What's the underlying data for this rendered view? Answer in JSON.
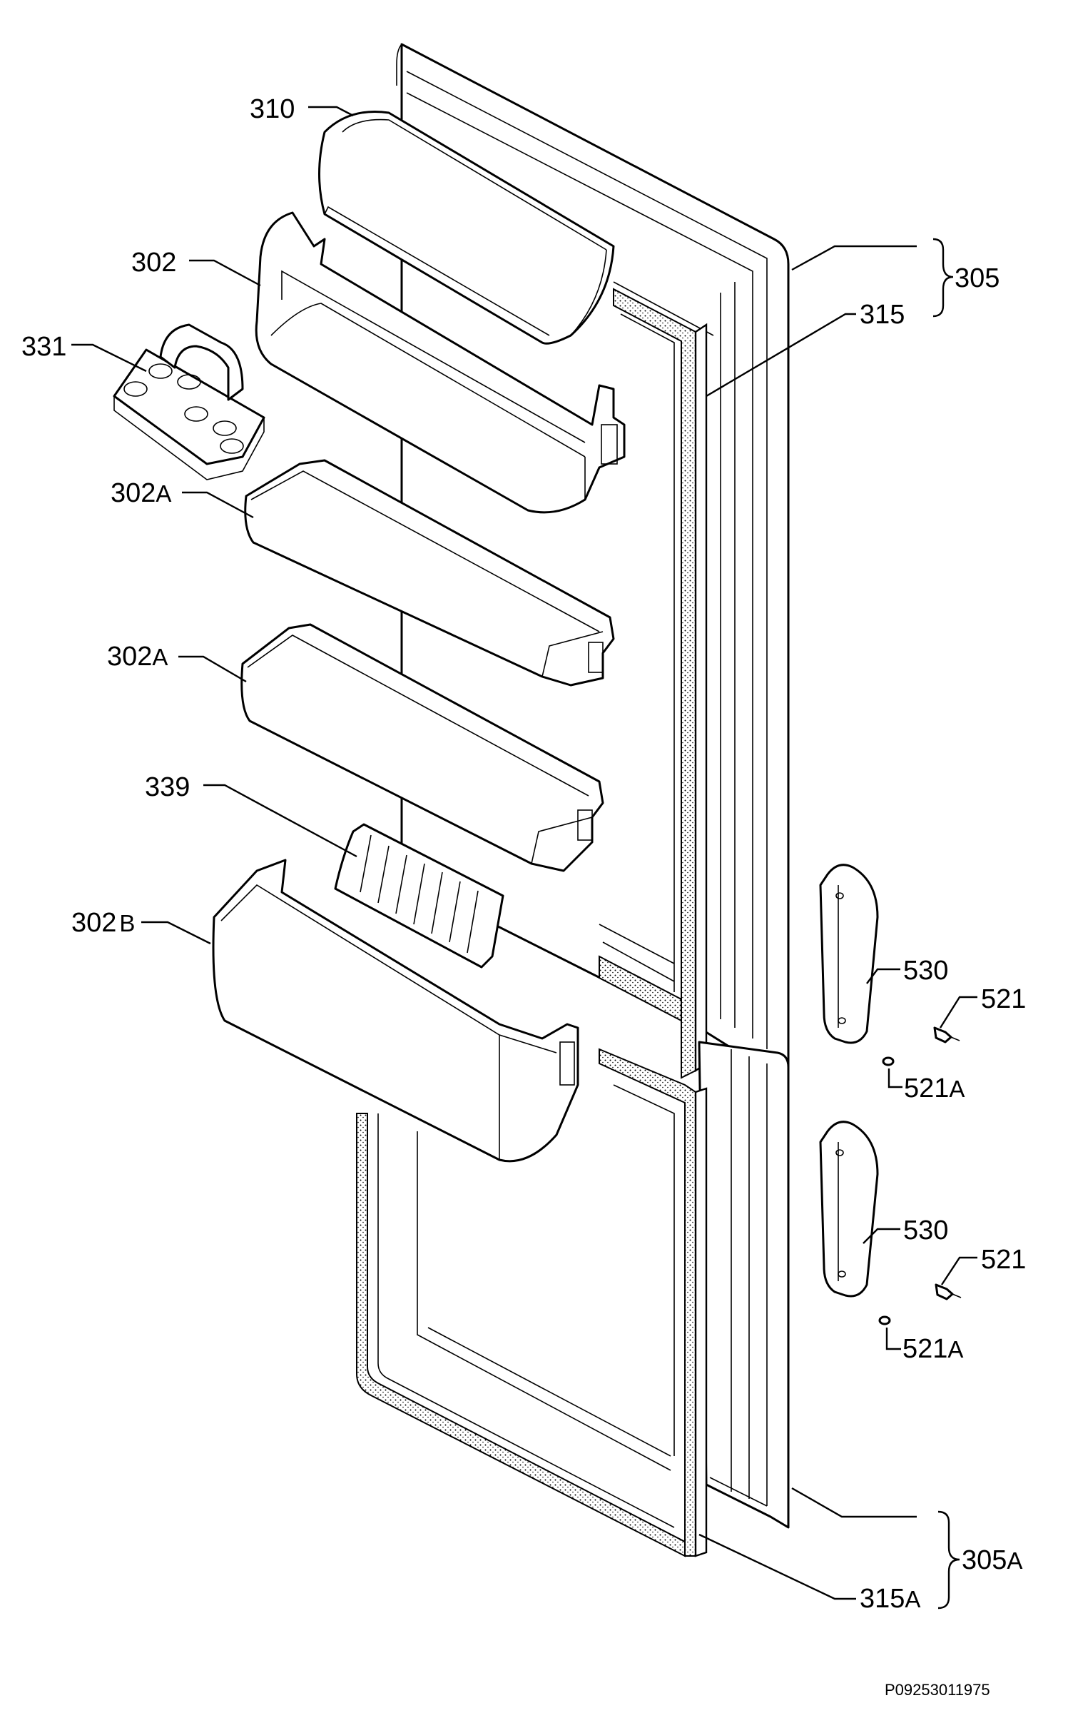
{
  "labels": {
    "l310": "310",
    "l302": "302",
    "l331": "331",
    "l302a_1": "302",
    "l302a_1_suffix": "A",
    "l302a_2": "302",
    "l302a_2_suffix": "A",
    "l339": "339",
    "l302b": "302",
    "l302b_suffix": "B",
    "l305": "305",
    "l315": "315",
    "l530_top": "530",
    "l521_top": "521",
    "l521a_top": "521",
    "l521a_top_suffix": "A",
    "l530_bottom": "530",
    "l521_bottom": "521",
    "l521a_bottom": "521",
    "l521a_bottom_suffix": "A",
    "l305a": "305",
    "l305a_suffix": "A",
    "l315a": "315",
    "l315a_suffix": "A"
  },
  "drawing_code": "P09253011975"
}
